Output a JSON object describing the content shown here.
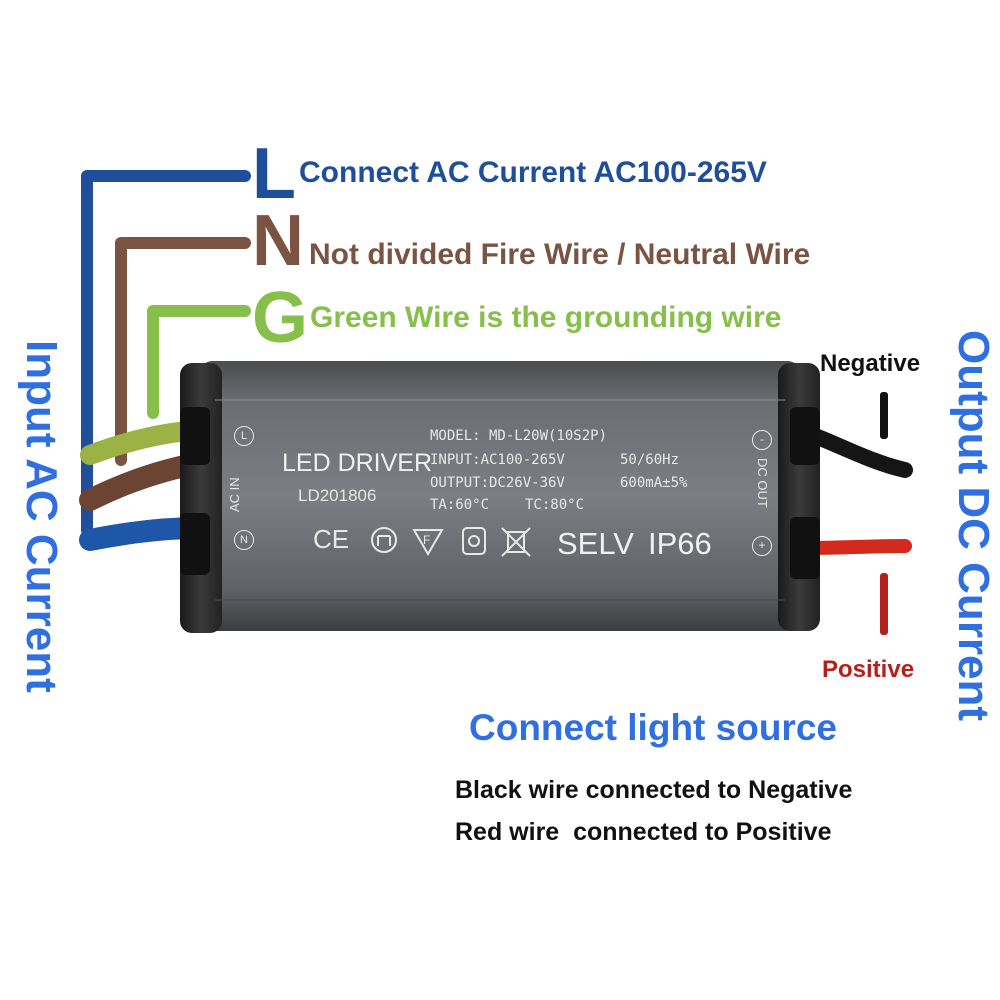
{
  "colors": {
    "live": "#1f4f9a",
    "neutral": "#7a5342",
    "ground": "#86c04b",
    "accent_blue": "#2f6fe0",
    "negative": "#111111",
    "positive": "#b5201e"
  },
  "wires": [
    {
      "letter": "L",
      "text": "Connect AC Current AC100-265V"
    },
    {
      "letter": "N",
      "text": "Not divided Fire Wire / Neutral Wire"
    },
    {
      "letter": "G",
      "text": "Green Wire is the grounding wire"
    }
  ],
  "input_label": "Input AC Current",
  "output_label": "Output DC Current",
  "driver": {
    "title": "LED DRIVER",
    "model_code": "LD201806",
    "model": "MODEL: MD-L20W(10S2P)",
    "input": "INPUT:AC100-265V",
    "frequency": "50/60Hz",
    "output": "OUTPUT:DC26V-36V",
    "current": "600mA±5%",
    "ta": "TA:60°C",
    "tc": "TC:80°C",
    "selv": "SELV",
    "ip": "IP66",
    "ac_in": "AC IN",
    "dc_out": "DC OUT",
    "term_l": "L",
    "term_n": "N",
    "term_neg": "-",
    "term_pos": "+",
    "cert_ce": "CE"
  },
  "polarity": {
    "negative_label": "Negative",
    "negative_symbol": "I",
    "positive_label": "Positive",
    "positive_symbol": "I"
  },
  "light_source": {
    "title": "Connect light source",
    "note_black": "Black wire connected to Negative",
    "note_red": "Red wire  connected to Positive"
  }
}
